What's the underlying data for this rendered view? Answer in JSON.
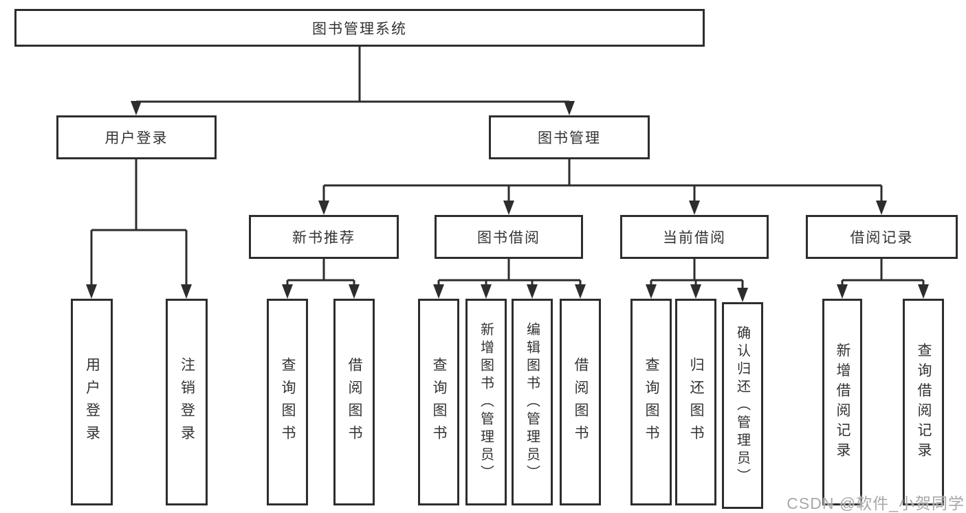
{
  "tree": {
    "root": {
      "label": "图书管理系统",
      "children": [
        {
          "label": "用户登录",
          "children": [
            {
              "label": "用户登录"
            },
            {
              "label": "注销登录"
            }
          ]
        },
        {
          "label": "图书管理",
          "children": [
            {
              "label": "新书推荐",
              "children": [
                {
                  "label": "查询图书"
                },
                {
                  "label": "借阅图书"
                }
              ]
            },
            {
              "label": "图书借阅",
              "children": [
                {
                  "label": "查询图书"
                },
                {
                  "label": "新增图书（管理员）"
                },
                {
                  "label": "编辑图书（管理员）"
                },
                {
                  "label": "借阅图书"
                }
              ]
            },
            {
              "label": "当前借阅",
              "children": [
                {
                  "label": "查询图书"
                },
                {
                  "label": "归还图书"
                },
                {
                  "label": "确认归还（管理员）"
                }
              ]
            },
            {
              "label": "借阅记录",
              "children": [
                {
                  "label": "新增借阅记录"
                },
                {
                  "label": "查询借阅记录"
                }
              ]
            }
          ]
        }
      ]
    }
  },
  "watermark": "CSDN @软件_小贺同学",
  "colors": {
    "line": "#2d2d2d",
    "text": "#333333",
    "watermark": "#a8a8a8"
  }
}
